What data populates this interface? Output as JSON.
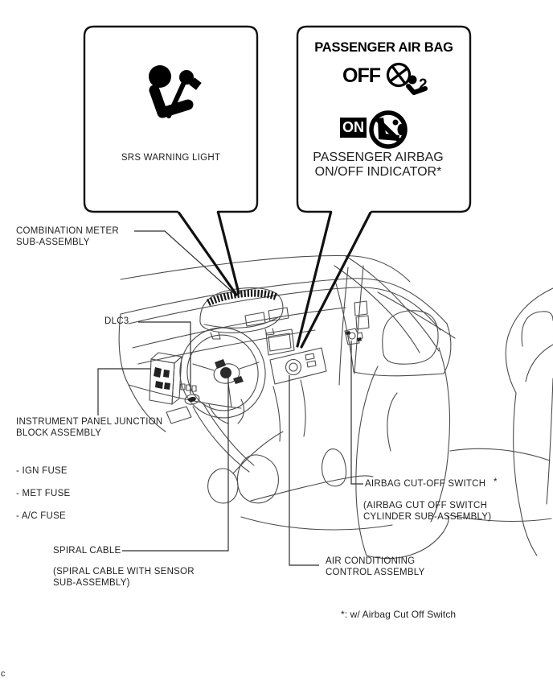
{
  "diagram": {
    "corner_mark": "c",
    "footnote": "*: w/ Airbag Cut Off Switch"
  },
  "callouts": {
    "srs": {
      "label": "SRS WARNING LIGHT",
      "icon": "srs-airbag-warning-icon"
    },
    "passenger_airbag": {
      "title": "PASSENGER AIR BAG",
      "off_label": "OFF",
      "off_count": "2",
      "off_icon": "crossed-circle-icon",
      "off_person_icon": "airbag-occupant-icon",
      "on_label": "ON",
      "on_icon": "no-rear-facing-child-seat-icon",
      "indicator_line1": "PASSENGER AIRBAG",
      "indicator_line2": "ON/OFF INDICATOR*"
    }
  },
  "labels": {
    "combination_meter": {
      "line1": "COMBINATION METER",
      "line2": "SUB-ASSEMBLY"
    },
    "dlc3": "DLC3",
    "junction_block": {
      "line1": "INSTRUMENT PANEL JUNCTION",
      "line2": "BLOCK ASSEMBLY"
    },
    "fuses": [
      "- IGN FUSE",
      "- MET FUSE",
      "- A/C FUSE"
    ],
    "spiral_cable": "SPIRAL CABLE",
    "spiral_cable_sub": {
      "line1": "(SPIRAL CABLE WITH SENSOR",
      "line2": "SUB-ASSEMBLY)"
    },
    "airbag_cutoff": "AIRBAG CUT-OFF SWITCH",
    "airbag_cutoff_star": "*",
    "airbag_cutoff_sub": {
      "line1": "(AIRBAG CUT OFF SWITCH",
      "line2": "CYLINDER SUB-ASSEMBLY)"
    },
    "ac_control": {
      "line1": "AIR CONDITIONING",
      "line2": "CONTROL ASSEMBLY"
    }
  },
  "colors": {
    "background": "#ffffff",
    "line_art": "#4c4c4c",
    "ink": "#111111",
    "text": "#1f1f1f"
  }
}
